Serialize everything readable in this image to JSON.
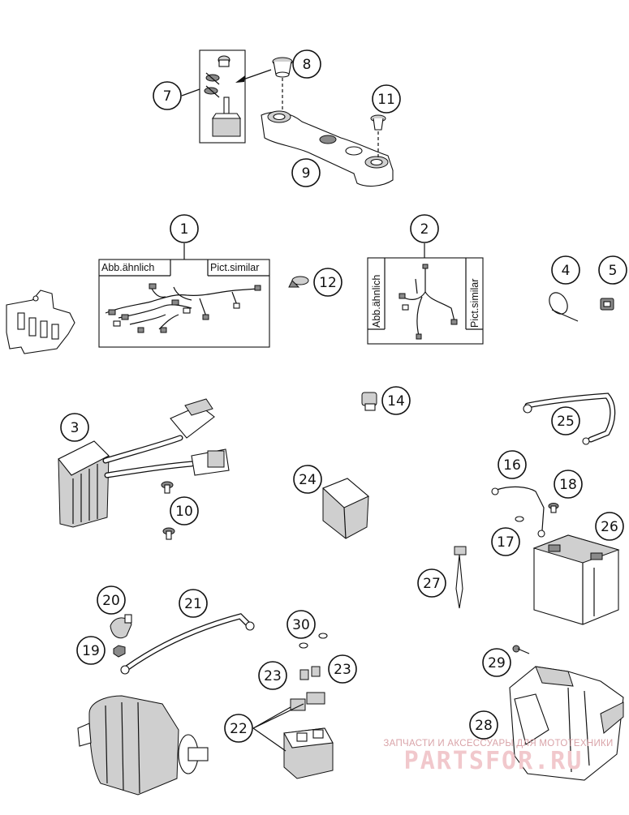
{
  "callouts": [
    {
      "id": "1",
      "label": "1"
    },
    {
      "id": "2",
      "label": "2"
    },
    {
      "id": "3",
      "label": "3"
    },
    {
      "id": "4",
      "label": "4"
    },
    {
      "id": "5",
      "label": "5"
    },
    {
      "id": "7",
      "label": "7"
    },
    {
      "id": "8",
      "label": "8"
    },
    {
      "id": "9",
      "label": "9"
    },
    {
      "id": "10",
      "label": "10"
    },
    {
      "id": "11",
      "label": "11"
    },
    {
      "id": "12",
      "label": "12"
    },
    {
      "id": "14",
      "label": "14"
    },
    {
      "id": "16",
      "label": "16"
    },
    {
      "id": "17",
      "label": "17"
    },
    {
      "id": "18",
      "label": "18"
    },
    {
      "id": "19",
      "label": "19"
    },
    {
      "id": "20",
      "label": "20"
    },
    {
      "id": "21",
      "label": "21"
    },
    {
      "id": "22",
      "label": "22"
    },
    {
      "id": "23a",
      "label": "23"
    },
    {
      "id": "23b",
      "label": "23"
    },
    {
      "id": "24",
      "label": "24"
    },
    {
      "id": "25",
      "label": "25"
    },
    {
      "id": "26",
      "label": "26"
    },
    {
      "id": "27",
      "label": "27"
    },
    {
      "id": "28",
      "label": "28"
    },
    {
      "id": "29",
      "label": "29"
    },
    {
      "id": "30",
      "label": "30"
    }
  ],
  "harness_box_1": {
    "label_left": "Abb.ähnlich",
    "label_right": "Pict.similar"
  },
  "harness_box_2": {
    "label_left": "Abb.ähnlich",
    "label_right": "Pict.similar"
  },
  "watermark": {
    "line1": "ЗАПЧАСТИ И АКСЕССУАРЫ ДЛЯ МОТОТЕХНИКИ",
    "line2": "PARTSFOR.RU"
  },
  "colors": {
    "ink": "#111111",
    "watermark_light": "#f1c8cc",
    "watermark_text": "#d9a3a8"
  }
}
